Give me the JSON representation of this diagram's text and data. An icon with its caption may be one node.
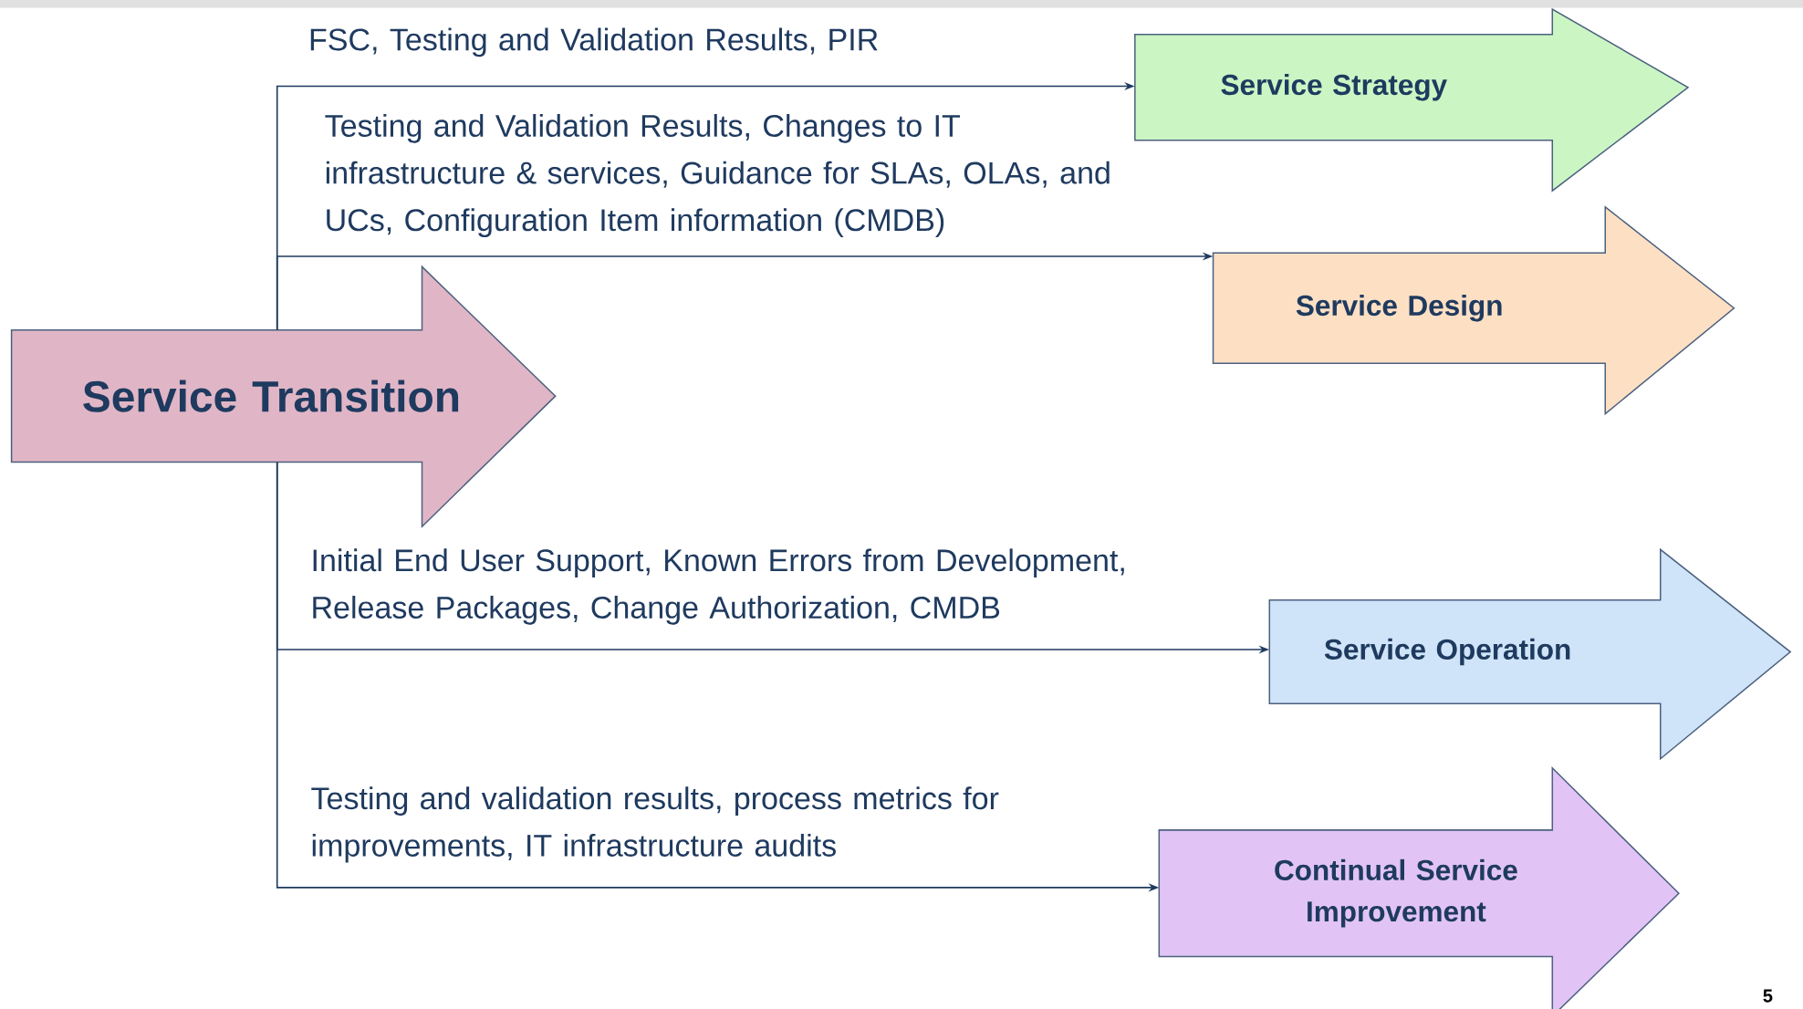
{
  "diagram": {
    "nodes": [
      {
        "text": [
          "Service Transition"
        ]
      },
      {
        "text": [
          "Service Strategy"
        ]
      },
      {
        "text": [
          "Service Design"
        ]
      },
      {
        "text": [
          "Service Operation"
        ]
      },
      {
        "text": [
          "Continual Service Improvement"
        ]
      }
    ],
    "edges": [
      {
        "from": 0,
        "to": 1,
        "arrow": "to",
        "label": "FSC, Testing and Validation Results, PIR"
      },
      {
        "from": 0,
        "to": 2,
        "arrow": "to",
        "label": "Testing and Validation Results, Changes to IT infrastructure & services, Guidance for SLAs, OLAs, and UCs, Configuration Item information (CMDB)"
      },
      {
        "from": 0,
        "to": 3,
        "arrow": "to",
        "label": "Initial End User Support, Known Errors from Development, Release Packages, Change Authorization, CMDB"
      },
      {
        "from": 0,
        "to": 4,
        "arrow": "to",
        "label": "Testing and validation results, process metrics for improvements, IT infrastructure audits"
      }
    ],
    "labels": [
      "5"
    ]
  }
}
